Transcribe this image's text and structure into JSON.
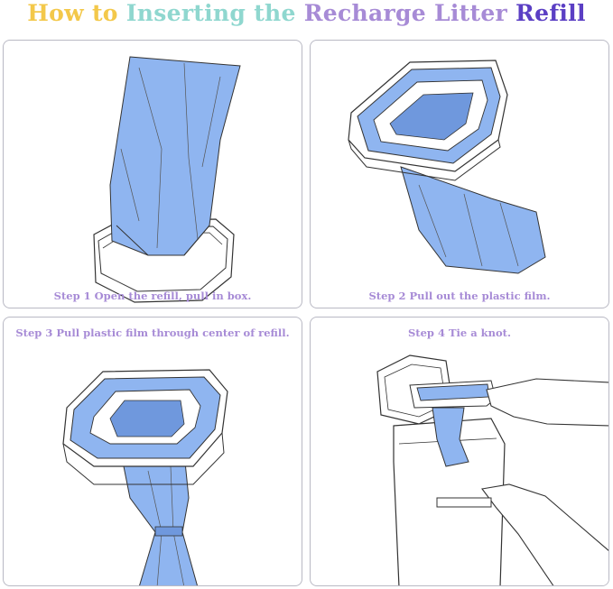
{
  "title": {
    "part1": "How to ",
    "part2": "Inserting the ",
    "part3": "Recharge Litter ",
    "part4": "Refill"
  },
  "colors": {
    "title1": "#f3c84a",
    "title2": "#8fd7cf",
    "title3": "#a78bd6",
    "title4": "#5b3fc4",
    "caption": "#a78bd6",
    "bag": "#8fb5f0",
    "bag_dark": "#6f98dd",
    "outline": "#333333"
  },
  "steps": [
    {
      "caption": "Step 1  Open the refill, pull in box."
    },
    {
      "caption": "Step 2  Pull out the plastic film."
    },
    {
      "caption": "Step 3  Pull plastic film through center of refill."
    },
    {
      "caption": "Step 4  Tie a knot."
    }
  ]
}
